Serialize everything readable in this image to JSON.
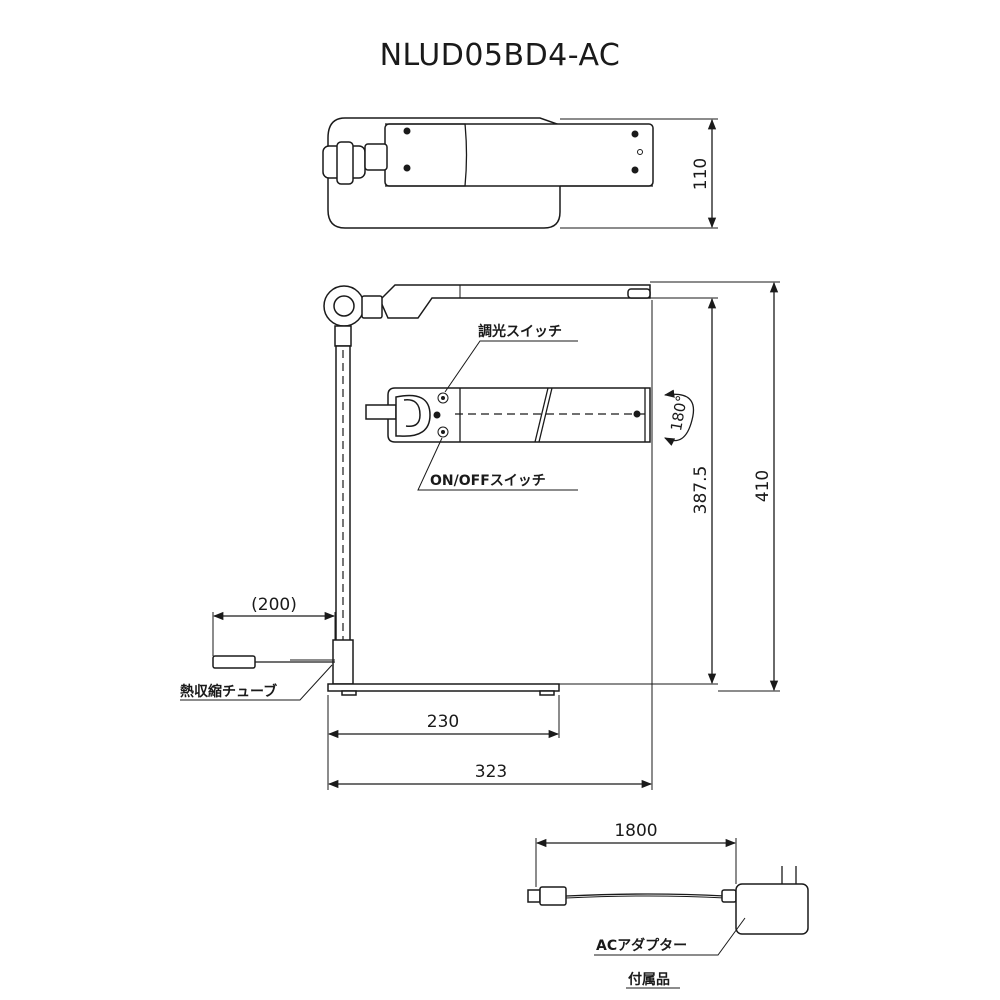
{
  "title": "NLUD05BD4-AC",
  "dimensions": {
    "top_view_depth": "110",
    "arm_height": "387.5",
    "total_height": "410",
    "base_width": "230",
    "total_width": "323",
    "cord_length": "(200)",
    "adapter_cord": "1800",
    "rotation": "180°"
  },
  "labels": {
    "dimmer_switch": "調光スイッチ",
    "power_switch": "ON/OFFスイッチ",
    "heat_shrink_tube": "熱収縮チューブ",
    "ac_adapter": "ACアダプター",
    "accessory": "付属品"
  },
  "colors": {
    "line": "#1a1a1a",
    "background": "#ffffff"
  }
}
